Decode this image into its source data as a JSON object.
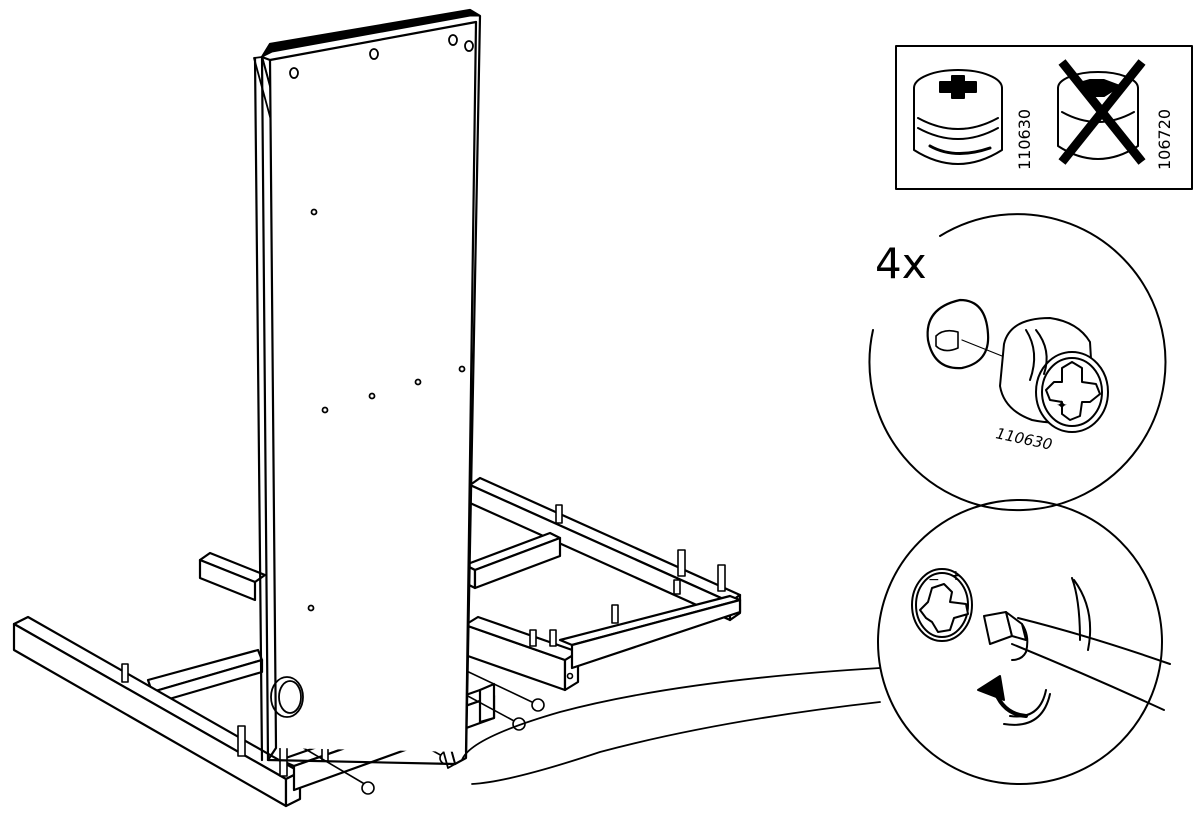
{
  "legend": {
    "correct_part": "110630",
    "wrong_part": "106720"
  },
  "detail_top": {
    "quantity": "4x",
    "part_number": "110630"
  },
  "colors": {
    "line": "#000000",
    "background": "#ffffff"
  }
}
